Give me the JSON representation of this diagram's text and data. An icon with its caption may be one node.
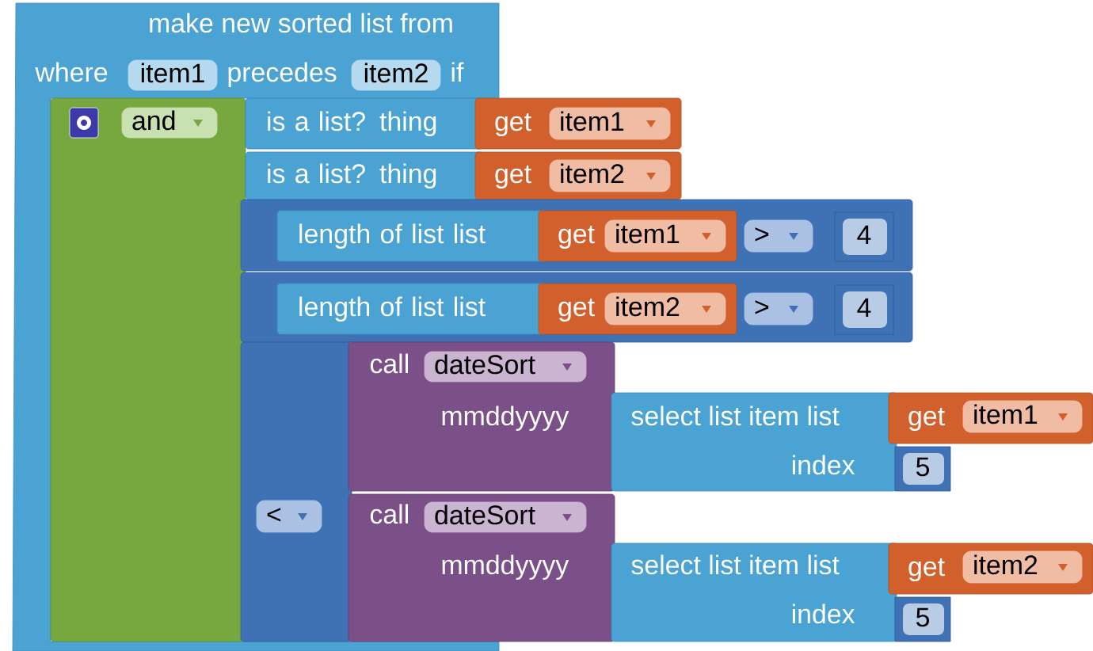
{
  "diagram": {
    "nodes": [
      {
        "text": [
          "make new sorted list from",
          "where",
          "precedes",
          "if"
        ]
      },
      {
        "text": [
          "item1"
        ],
        "in": 0
      },
      {
        "text": [
          "item2"
        ],
        "in": 0
      },
      {
        "text": [],
        "shape": "box",
        "in": 0
      },
      {
        "text": [
          "and"
        ],
        "in": 3
      },
      {
        "text": [
          "is a list?  thing"
        ],
        "in": 0
      },
      {
        "text": [
          "get"
        ]
      },
      {
        "text": [
          "item1"
        ],
        "in": 6
      },
      {
        "text": [
          "is a list?  thing"
        ],
        "in": 0
      },
      {
        "text": [
          "get"
        ]
      },
      {
        "text": [
          "item2"
        ],
        "in": 9
      },
      {
        "text": [],
        "shape": "box"
      },
      {
        "text": [
          "length of list  list"
        ],
        "in": 11
      },
      {
        "text": [
          "get"
        ],
        "in": 11
      },
      {
        "text": [
          "item1"
        ],
        "in": 13
      },
      {
        "text": [
          ">"
        ],
        "in": 11
      },
      {
        "text": [
          "4"
        ],
        "in": 11
      },
      {
        "text": [],
        "shape": "box"
      },
      {
        "text": [
          "length of list  list"
        ],
        "in": 17
      },
      {
        "text": [
          "get"
        ],
        "in": 17
      },
      {
        "text": [
          "item2"
        ],
        "in": 19
      },
      {
        "text": [
          ">"
        ],
        "in": 17
      },
      {
        "text": [
          "4"
        ],
        "in": 17
      },
      {
        "text": [],
        "shape": "box",
        "in": 0
      },
      {
        "text": [
          "<"
        ],
        "in": 23
      },
      {
        "text": [
          "call",
          "mmddyyyy"
        ]
      },
      {
        "text": [
          "dateSort"
        ],
        "in": 25
      },
      {
        "text": [
          "select list item  list",
          "index"
        ]
      },
      {
        "text": [
          "get"
        ]
      },
      {
        "text": [
          "item1"
        ],
        "in": 28
      },
      {
        "text": [
          "5"
        ]
      },
      {
        "text": [
          "call",
          "mmddyyyy"
        ]
      },
      {
        "text": [
          "dateSort"
        ],
        "in": 31
      },
      {
        "text": [
          "select list item  list",
          "index"
        ]
      },
      {
        "text": [
          "get"
        ]
      },
      {
        "text": [
          "item2"
        ],
        "in": 34
      },
      {
        "text": [
          "5"
        ]
      }
    ]
  }
}
